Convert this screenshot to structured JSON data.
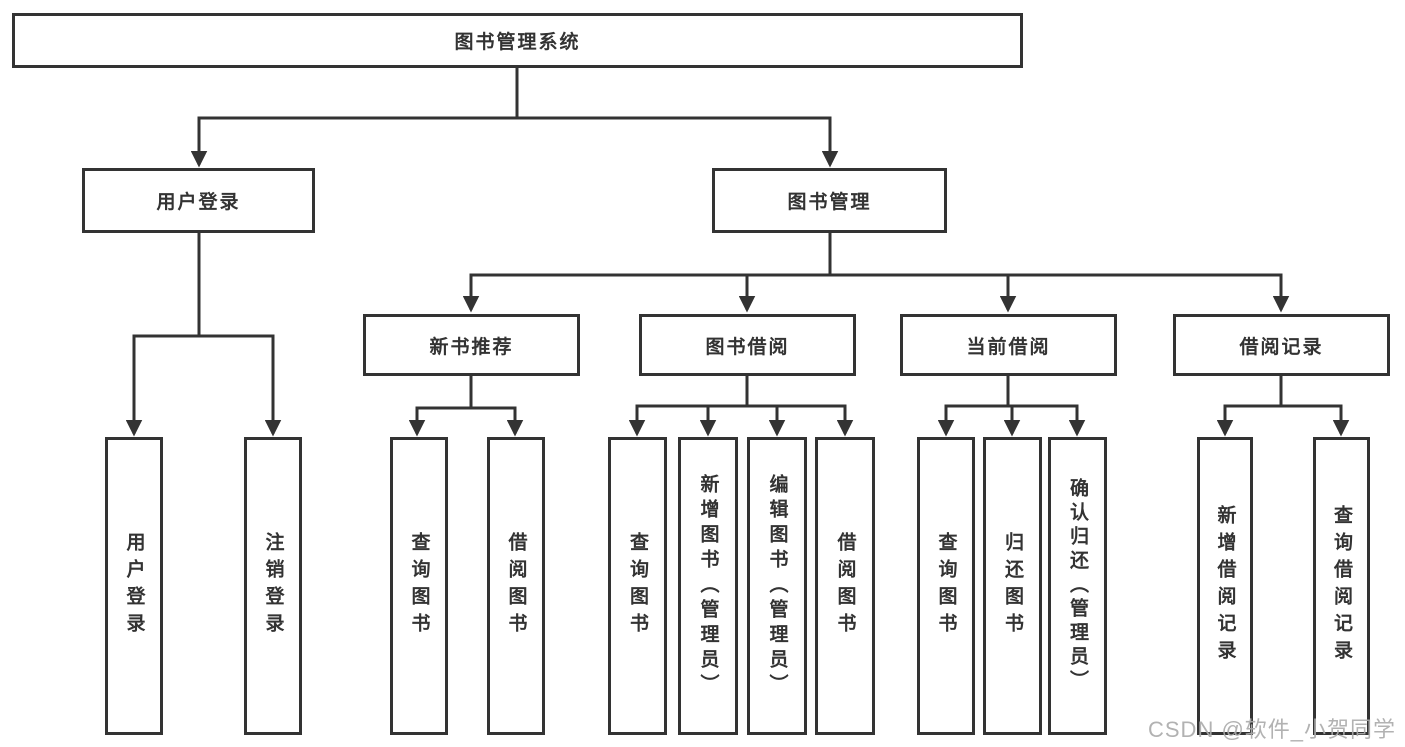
{
  "diagram": {
    "root": "图书管理系统",
    "level2": [
      "用户登录",
      "图书管理"
    ],
    "level3": [
      "新书推荐",
      "图书借阅",
      "当前借阅",
      "借阅记录"
    ],
    "leaves": [
      "用户登录",
      "注销登录",
      "查询图书",
      "借阅图书",
      "查询图书",
      "新增图书（管理员）",
      "编辑图书（管理员）",
      "借阅图书",
      "查询图书",
      "归还图书",
      "确认归还（管理员）",
      "新增借阅记录",
      "查询借阅记录"
    ]
  },
  "colors": {
    "line": "#333333",
    "text": "#333333",
    "box_background": "#ffffff",
    "page_background": "#ffffff",
    "watermark": "#ababab"
  },
  "watermark": "CSDN @软件_小贺同学"
}
